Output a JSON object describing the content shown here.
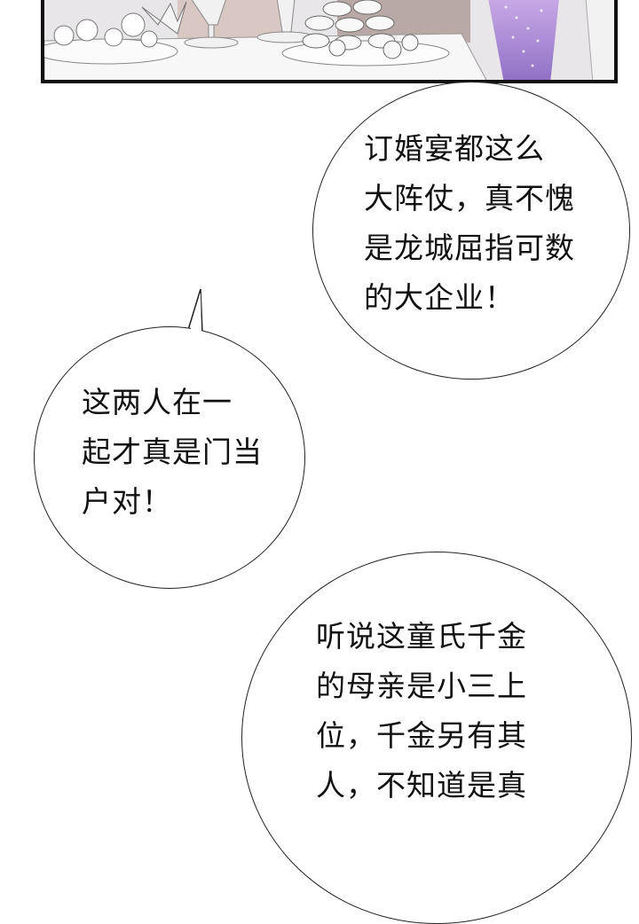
{
  "panel": {
    "scene": "banquet-table-with-cakes-and-glasses"
  },
  "bubbles": [
    {
      "lines": [
        "订婚宴都这么",
        "大阵仗，真不愧",
        "是龙城屈指可数",
        "的大企业！"
      ]
    },
    {
      "lines": [
        "这两人在一",
        "起才真是门当",
        "户对！"
      ]
    },
    {
      "lines": [
        "听说这童氏千金",
        "的母亲是小三上",
        "位，千金另有其",
        "人，不知道是真"
      ]
    }
  ]
}
